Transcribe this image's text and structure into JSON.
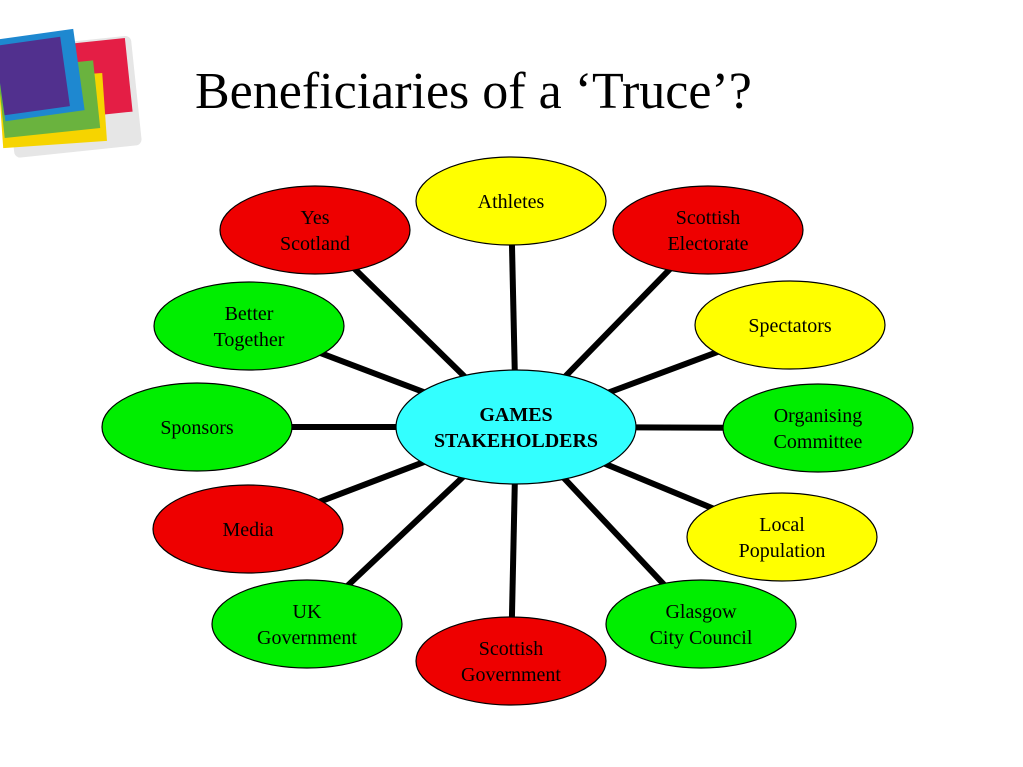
{
  "slide": {
    "title": "Beneficiaries of a ‘Truce’?"
  },
  "colors": {
    "red": "#ee0000",
    "green": "#00ee00",
    "yellow": "#ffff00",
    "center": "#33ffff",
    "connector": "#000000"
  },
  "diagram": {
    "center": {
      "lines": [
        "GAMES",
        "STAKEHOLDERS"
      ],
      "color": "center"
    },
    "nodes": [
      {
        "id": "athletes",
        "lines": [
          "Athletes"
        ],
        "color": "yellow"
      },
      {
        "id": "scottish-electorate",
        "lines": [
          "Scottish",
          "Electorate"
        ],
        "color": "red"
      },
      {
        "id": "spectators",
        "lines": [
          "Spectators"
        ],
        "color": "yellow"
      },
      {
        "id": "organising-committee",
        "lines": [
          "Organising",
          "Committee"
        ],
        "color": "green"
      },
      {
        "id": "local-population",
        "lines": [
          "Local",
          "Population"
        ],
        "color": "yellow"
      },
      {
        "id": "glasgow-city-council",
        "lines": [
          "Glasgow",
          "City Council"
        ],
        "color": "green"
      },
      {
        "id": "scottish-government",
        "lines": [
          "Scottish",
          "Government"
        ],
        "color": "red"
      },
      {
        "id": "uk-government",
        "lines": [
          "UK",
          "Government"
        ],
        "color": "green"
      },
      {
        "id": "media",
        "lines": [
          "Media"
        ],
        "color": "red"
      },
      {
        "id": "sponsors",
        "lines": [
          "Sponsors"
        ],
        "color": "green"
      },
      {
        "id": "better-together",
        "lines": [
          "Better",
          "Together"
        ],
        "color": "green"
      },
      {
        "id": "yes-scotland",
        "lines": [
          "Yes",
          "Scotland"
        ],
        "color": "red"
      }
    ]
  }
}
